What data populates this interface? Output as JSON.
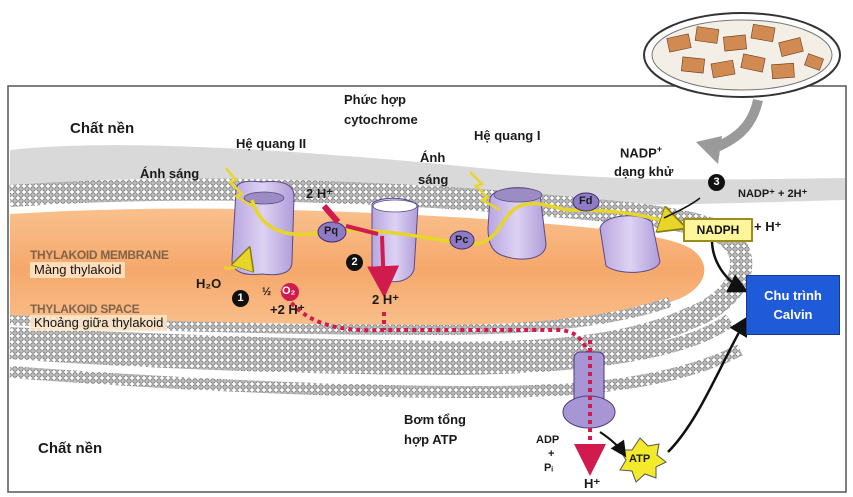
{
  "labels": {
    "stroma_top": "Chất nền",
    "stroma_bottom": "Chất nền",
    "photosystem_ii": "Hệ quang II",
    "light_1": "Ánh sáng",
    "complex_line1": "Phức     hợp",
    "complex_line2": "cytochrome",
    "light_2_line1": "Ánh",
    "light_2_line2": "sáng",
    "photosystem_i": "Hệ quang I",
    "nadp_reduced_line1": "NADP",
    "nadp_reduced_sup": "+",
    "nadp_reduced_line2": "dạng khử",
    "nadp_input": "NADP⁺ + 2H⁺",
    "nadph": "NADPH",
    "nadph_plus": "+ H⁺",
    "calvin_line1": "Chu trình",
    "calvin_line2": "Calvin",
    "thylakoid_membrane": "Màng thylakoid",
    "thylakoid_membrane_orig": "THYLAKOID MEMBRANE",
    "thylakoid_space": "Khoảng giữa thylakoid",
    "thylakoid_space_orig": "THYLAKOID SPACE",
    "h2o": "H₂O",
    "half_o2": "½",
    "o2": "O₂",
    "plus_2h": "+2 H⁺",
    "two_h_top": "2 H⁺",
    "two_h_mid": "2 H⁺",
    "pq": "Pq",
    "pc": "Pc",
    "fd": "Fd",
    "atp_pump_line1": "Bơm tổng",
    "atp_pump_line2": "hợp ATP",
    "adp": "ADP",
    "plus": "+",
    "pi": "Pᵢ",
    "h_out": "H⁺",
    "atp": "ATP",
    "step1": "1",
    "step2": "2",
    "step3": "3"
  },
  "colors": {
    "stroma": "#ffffff",
    "lumen": "#f7b27a",
    "membrane_head": "#c9c9c9",
    "protein": "#c9b9e8",
    "electron_path": "#f0e04a",
    "proton_path": "#d11b4f",
    "calvin_box": "#1f5ad8",
    "nadph_box": "#fff59b",
    "atp_star": "#f2ea2a"
  }
}
